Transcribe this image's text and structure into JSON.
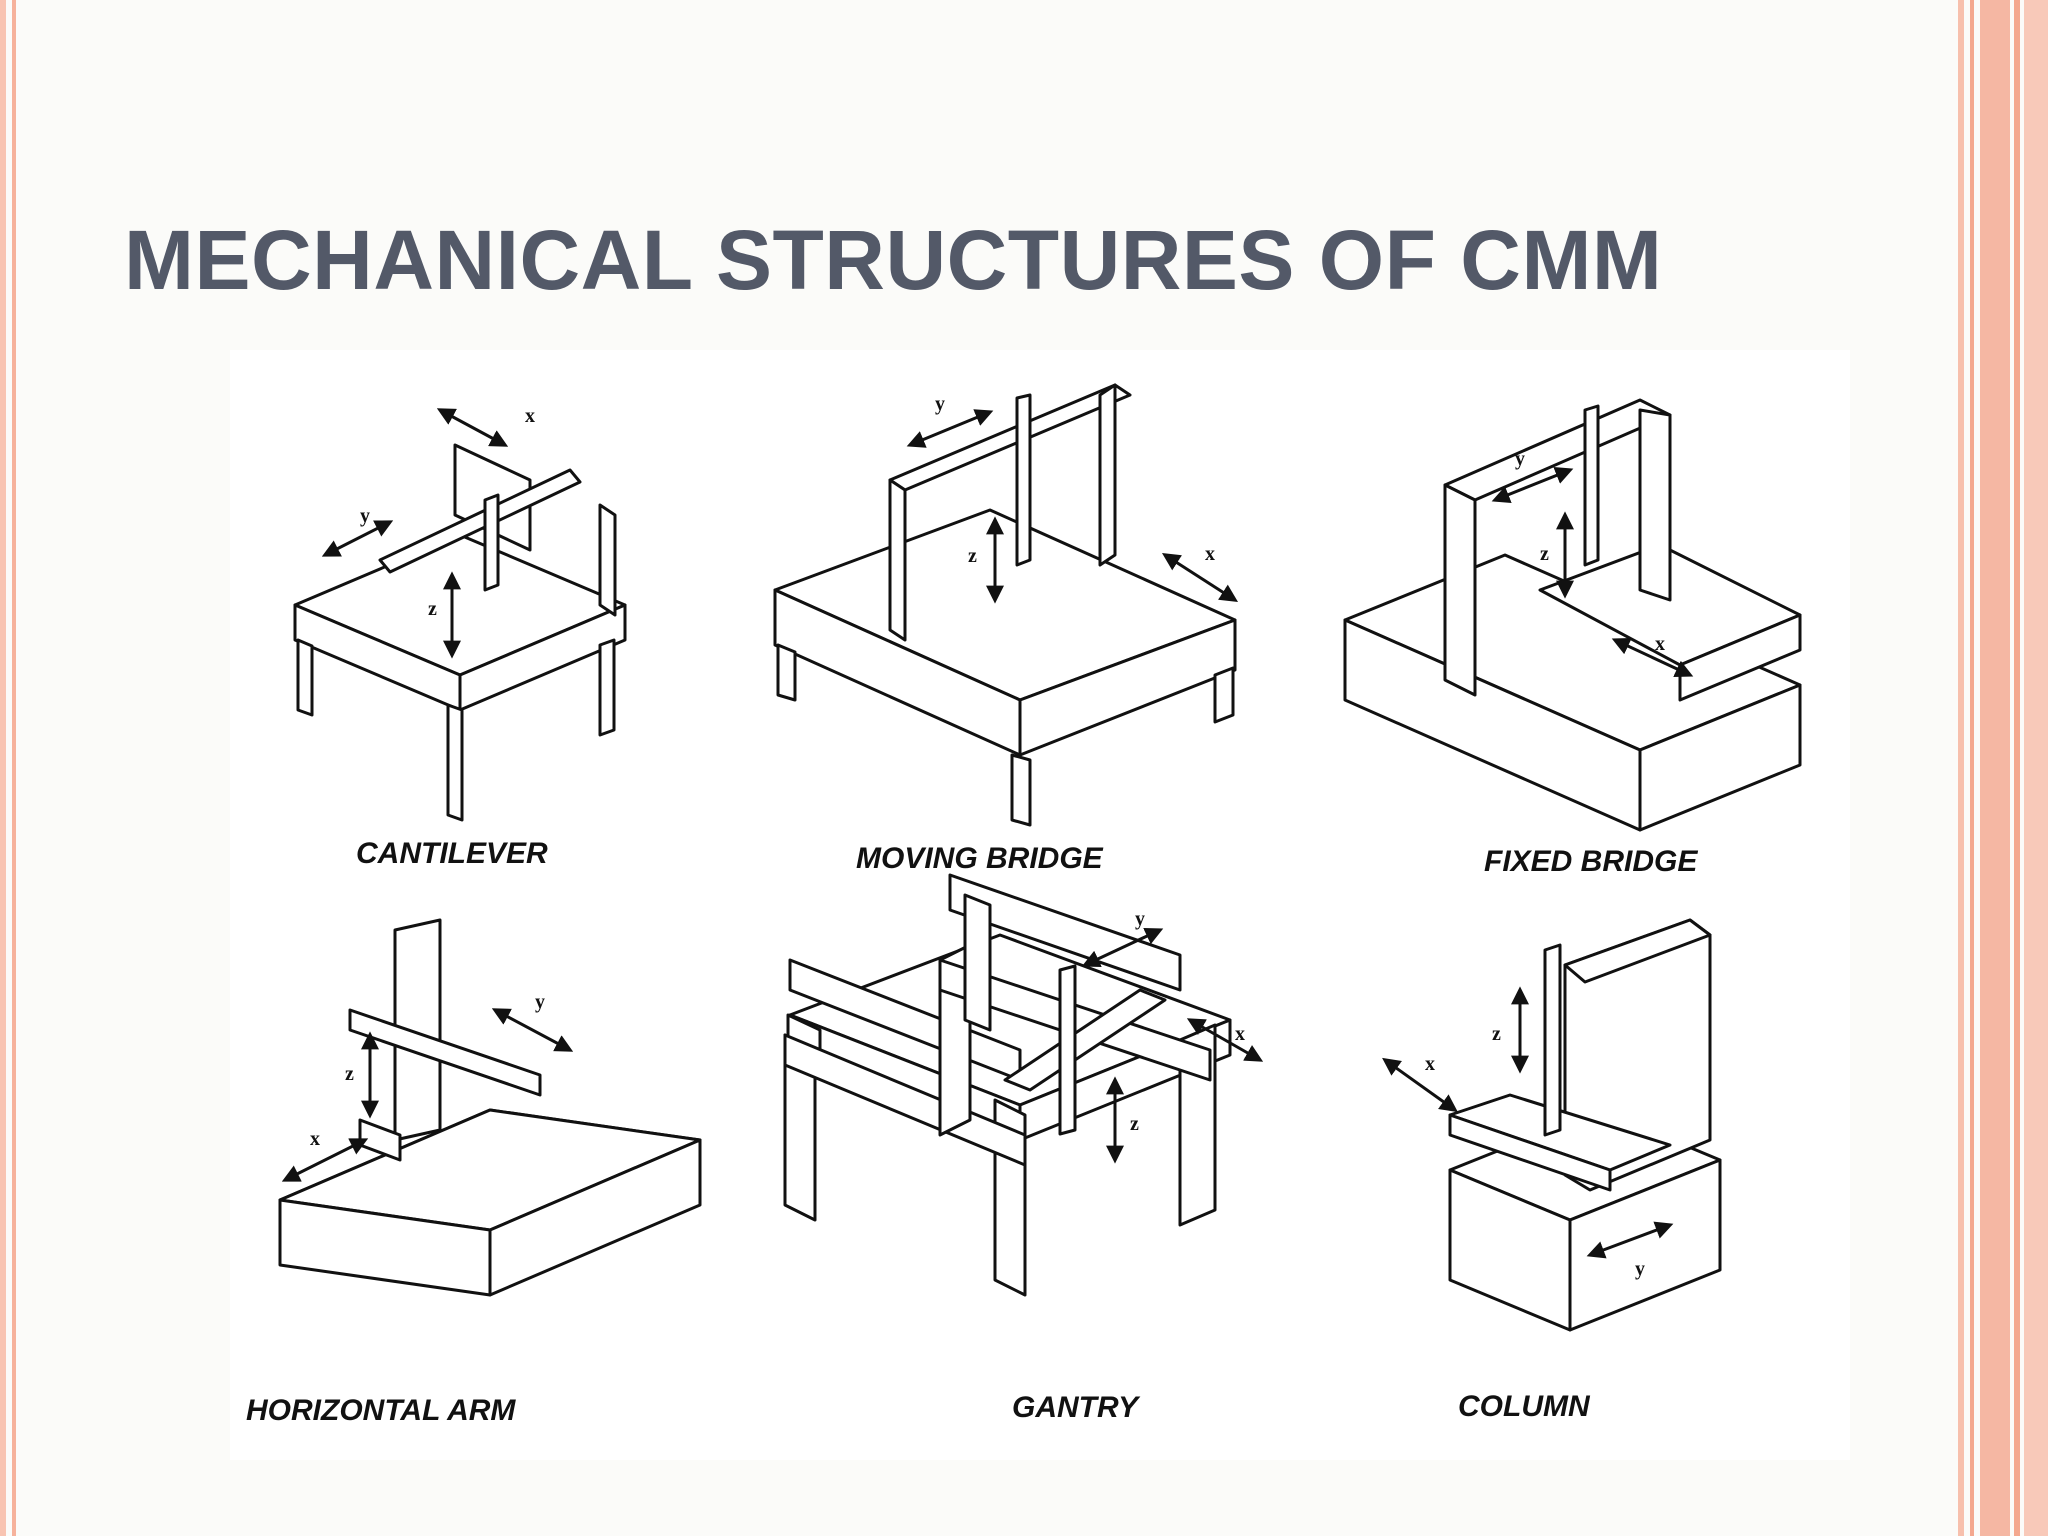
{
  "slide": {
    "title": "MECHANICAL STRUCTURES OF CMM",
    "accent_color": "#f6b29c",
    "title_color": "#535968"
  },
  "figure": {
    "captions": {
      "cantilever": "CANTILEVER",
      "moving_bridge": "MOVING BRIDGE",
      "fixed_bridge": "FIXED BRIDGE",
      "horizontal_arm": "HORIZONTAL ARM",
      "gantry": "GANTRY",
      "column": "COLUMN"
    },
    "axes": {
      "x": "x",
      "y": "y",
      "z": "z"
    }
  }
}
